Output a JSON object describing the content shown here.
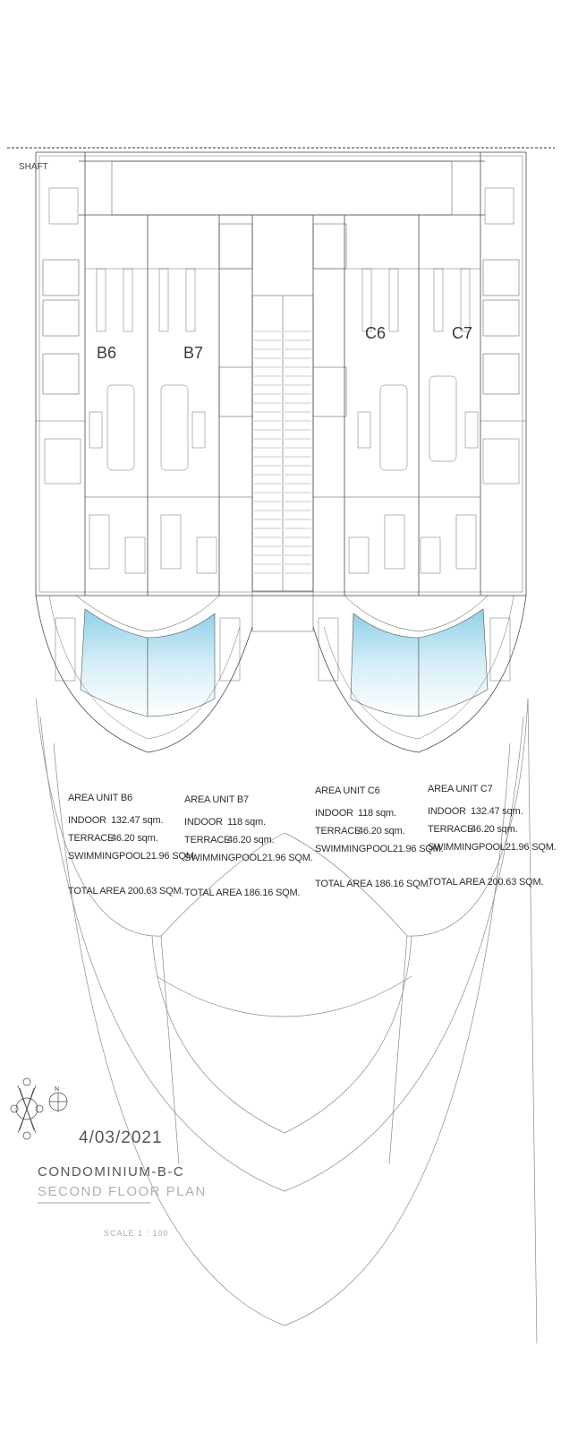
{
  "drawing": {
    "shaft_label": "SHAFT",
    "units": [
      {
        "id": "B6",
        "label": "B6"
      },
      {
        "id": "B7",
        "label": "B7"
      },
      {
        "id": "C6",
        "label": "C6"
      },
      {
        "id": "C7",
        "label": "C7"
      }
    ]
  },
  "areas": [
    {
      "title": "AREA UNIT B6",
      "indoor_label": "INDOOR",
      "indoor": "132.47 sqm.",
      "terrace_label": "TERRACE",
      "terrace": "46.20 sqm.",
      "pool": "SWIMMINGPOOL21.96 SQM.",
      "total": "TOTAL AREA 200.63 SQM."
    },
    {
      "title": "AREA UNIT B7",
      "indoor_label": "INDOOR",
      "indoor": "118 sqm.",
      "terrace_label": "TERRACE",
      "terrace": "46.20 sqm.",
      "pool": "SWIMMINGPOOL21.96 SQM.",
      "total": "TOTAL AREA 186.16 SQM."
    },
    {
      "title": "AREA UNIT C6",
      "indoor_label": "INDOOR",
      "indoor": "118 sqm.",
      "terrace_label": "TERRACE",
      "terrace": "46.20 sqm.",
      "pool": "SWIMMINGPOOL21.96 SQM.",
      "total": "TOTAL AREA 186.16 SQM."
    },
    {
      "title": "AREA UNIT C7",
      "indoor_label": "INDOOR",
      "indoor": "132.47 sqm.",
      "terrace_label": "TERRACE",
      "terrace": "46.20 sqm.",
      "pool": "SWIMMINGPOOL21.96 SQM.",
      "total": "TOTAL AREA 200.63 SQM."
    }
  ],
  "title_block": {
    "date": "4/03/2021",
    "project": "CONDOMINIUM-B-C",
    "sheet": "SECOND FLOOR PLAN",
    "scale": "SCALE 1 : 100",
    "north": "N"
  },
  "colors": {
    "line": "#4a4a4a",
    "pool": "#bfe3f0",
    "faint": "#9a9a9a"
  }
}
